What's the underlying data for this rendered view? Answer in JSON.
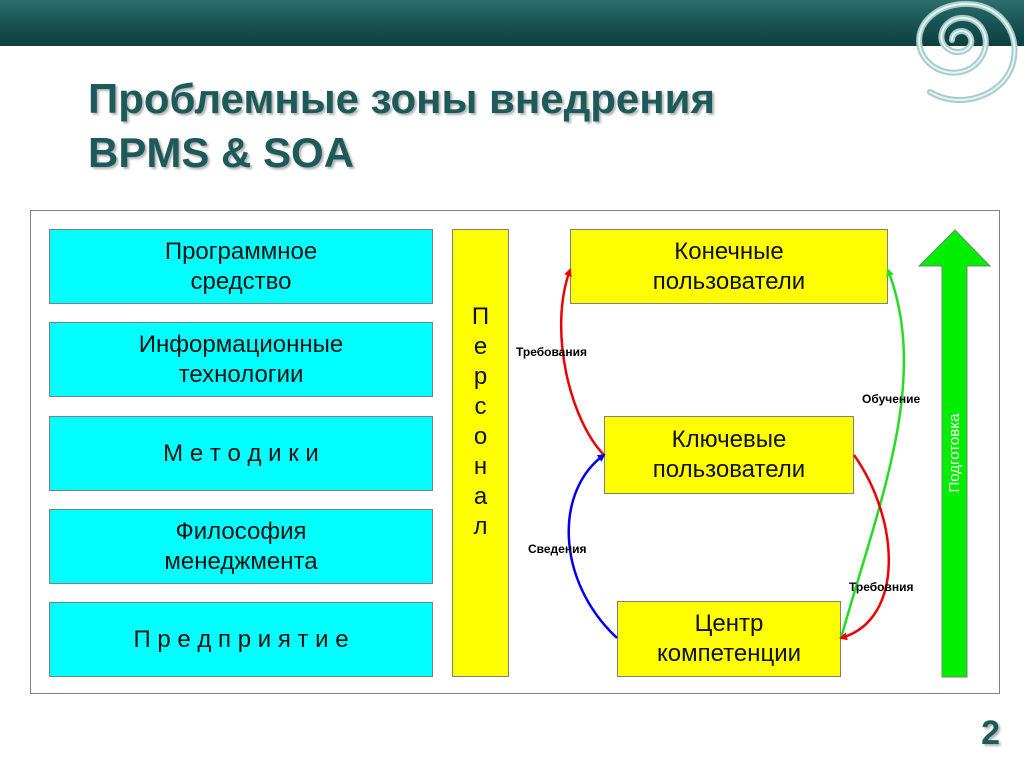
{
  "title": {
    "line1": "Проблемные зоны внедрения",
    "line2": "BPMS & SOA"
  },
  "layers": [
    {
      "line1": "Программное",
      "line2": "средство"
    },
    {
      "line1": "Информационные",
      "line2": "технологии"
    },
    {
      "line1": "М е т о д и к и",
      "line2": ""
    },
    {
      "line1": "Философия",
      "line2": "менеджмента"
    },
    {
      "line1": "П р е д п р и я т и е",
      "line2": ""
    }
  ],
  "personnel": {
    "letters": [
      "П",
      "е",
      "р",
      "с",
      "о",
      "н",
      "а",
      "л"
    ]
  },
  "roles": {
    "end_users": {
      "line1": "Конечные",
      "line2": "пользователи"
    },
    "key_users": {
      "line1": "Ключевые",
      "line2": "пользователи"
    },
    "competence_center": {
      "line1": "Центр",
      "line2": "компетенции"
    }
  },
  "flows": {
    "requirements_top": "Требования",
    "training": "Обучение",
    "information": "Сведения",
    "requirements_bottom": "Требовния"
  },
  "progress_arrow": {
    "label": "Подготовка",
    "color": "#00ee00"
  },
  "colors": {
    "layer_fill": "#00ffff",
    "role_fill": "#ffff00",
    "requirements_arrow": "#ee0000",
    "training_arrow": "#22dd22",
    "information_arrow": "#0000ee",
    "title": "#1e5a5a"
  },
  "page_number": "2"
}
